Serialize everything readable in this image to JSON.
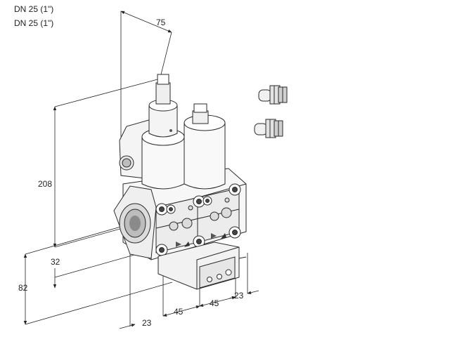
{
  "header": {
    "line1": "DN 25 (1\")",
    "line2": "DN 25 (1\")"
  },
  "dimensions": {
    "top_width": "75",
    "height_total": "208",
    "height_axis": "32",
    "height_base": "82",
    "bottom_left": "23",
    "bottom_mid_1": "45",
    "bottom_mid_2": "45",
    "bottom_right": "23"
  },
  "colors": {
    "line": "#222222",
    "body": "#ffffff",
    "shade": "#d9d9d9",
    "dark": "#555555"
  }
}
